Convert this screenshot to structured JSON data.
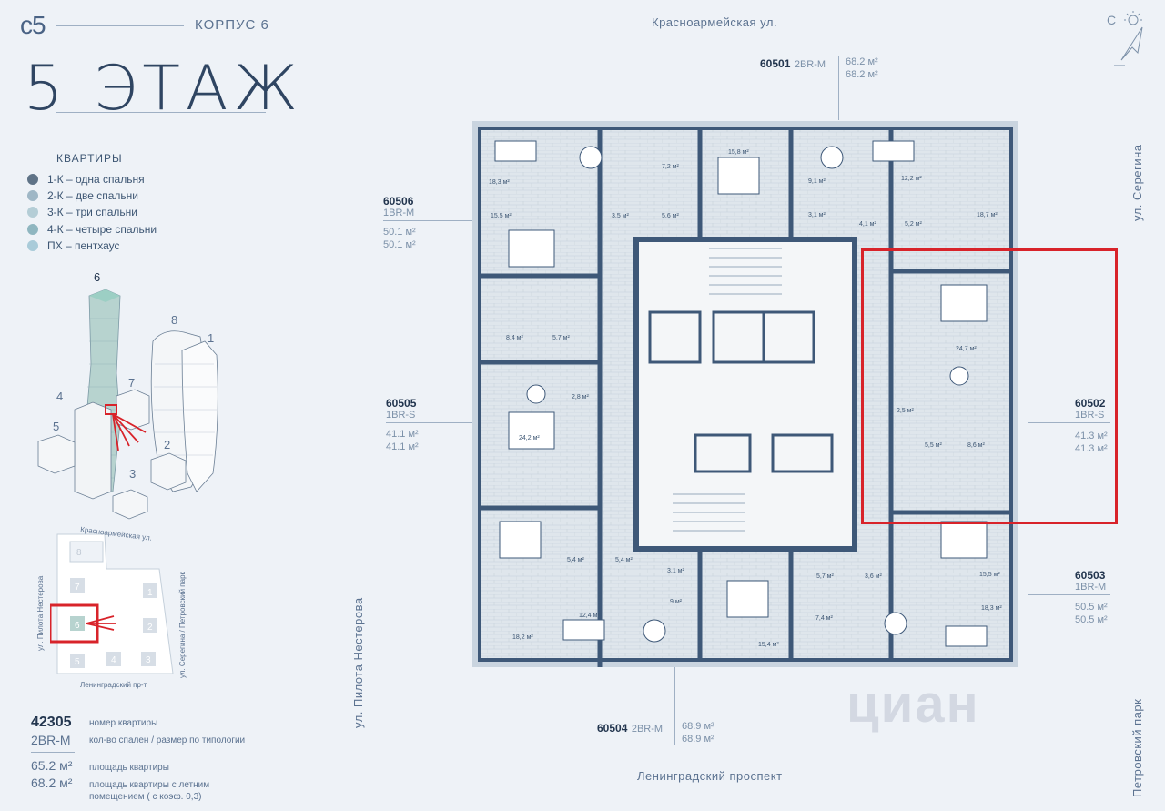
{
  "header": {
    "logo": "с5",
    "building": "КОРПУС 6",
    "floor_title": "5 ЭТАЖ"
  },
  "legend": {
    "title": "КВАРТИРЫ",
    "items": [
      {
        "label": "1-К – одна спальня",
        "color": "#5f7387"
      },
      {
        "label": "2-К – две спальни",
        "color": "#9fb7c6"
      },
      {
        "label": "3-К – три спальни",
        "color": "#b4cdd6"
      },
      {
        "label": "4-К – четыре спальни",
        "color": "#8fb6c0"
      },
      {
        "label": "ПХ – пентхаус",
        "color": "#a9cbd9"
      }
    ]
  },
  "streets": {
    "top": "Красноармейская ул.",
    "bottom": "Ленинградский проспект",
    "left": "ул. Пилота Нестерова",
    "right_top": "ул. Серегина",
    "right_bottom": "Петровский парк"
  },
  "compass": {
    "north": "С"
  },
  "building_numbers": [
    "6",
    "8",
    "1",
    "7",
    "4",
    "5",
    "2",
    "3"
  ],
  "site_map": {
    "street_top": "Красноармейская ул.",
    "street_left": "ул. Пилота Нестерова",
    "street_right": "ул. Серегина / Петровский парк",
    "street_bottom": "Ленинградский пр-т",
    "blocks": [
      "8",
      "7",
      "1",
      "6",
      "2",
      "5",
      "4",
      "3"
    ]
  },
  "apartments": [
    {
      "number": "60501",
      "type": "2BR-M",
      "area": "68.2 м²",
      "area_summer": "68.2 м²"
    },
    {
      "number": "60506",
      "type": "1BR-M",
      "area": "50.1 м²",
      "area_summer": "50.1 м²"
    },
    {
      "number": "60505",
      "type": "1BR-S",
      "area": "41.1 м²",
      "area_summer": "41.1 м²"
    },
    {
      "number": "60502",
      "type": "1BR-S",
      "area": "41.3 м²",
      "area_summer": "41.3 м²"
    },
    {
      "number": "60503",
      "type": "1BR-M",
      "area": "50.5 м²",
      "area_summer": "50.5 м²"
    },
    {
      "number": "60504",
      "type": "2BR-M",
      "area": "68.9 м²",
      "area_summer": "68.9 м²"
    }
  ],
  "room_areas": [
    "18,3 м²",
    "15,5 м²",
    "3,5 м²",
    "7,2 м²",
    "5,6 м²",
    "15,8 м²",
    "9,1 м²",
    "3,1 м²",
    "12,2 м²",
    "4,1 м²",
    "5,2 м²",
    "18,7 м²",
    "8,4 м²",
    "5,7 м²",
    "24,7 м²",
    "24,2 м²",
    "2,8 м²",
    "2,5 м²",
    "5,5 м²",
    "8,6 м²",
    "5,4 м²",
    "5,4 м²",
    "3,1 м²",
    "9 м²",
    "5,7 м²",
    "3,6 м²",
    "15,5 м²",
    "12,4 м²",
    "7,4 м²",
    "18,3 м²",
    "18,2 м²",
    "15,4 м²"
  ],
  "key": {
    "number": "42305",
    "number_label": "номер квартиры",
    "type": "2BR-M",
    "type_label": "кол-во спален / размер по типологии",
    "area": "65.2 м²",
    "area_label": "площадь квартиры",
    "area_summer": "68.2 м²",
    "area_summer_label1": "площадь квартиры с летним",
    "area_summer_label2": "помещением ( с коэф. 0,3)"
  },
  "watermark": "циан",
  "colors": {
    "highlight": "#d8232a",
    "wall": "#3e5878",
    "room": "#dfe6ec"
  }
}
